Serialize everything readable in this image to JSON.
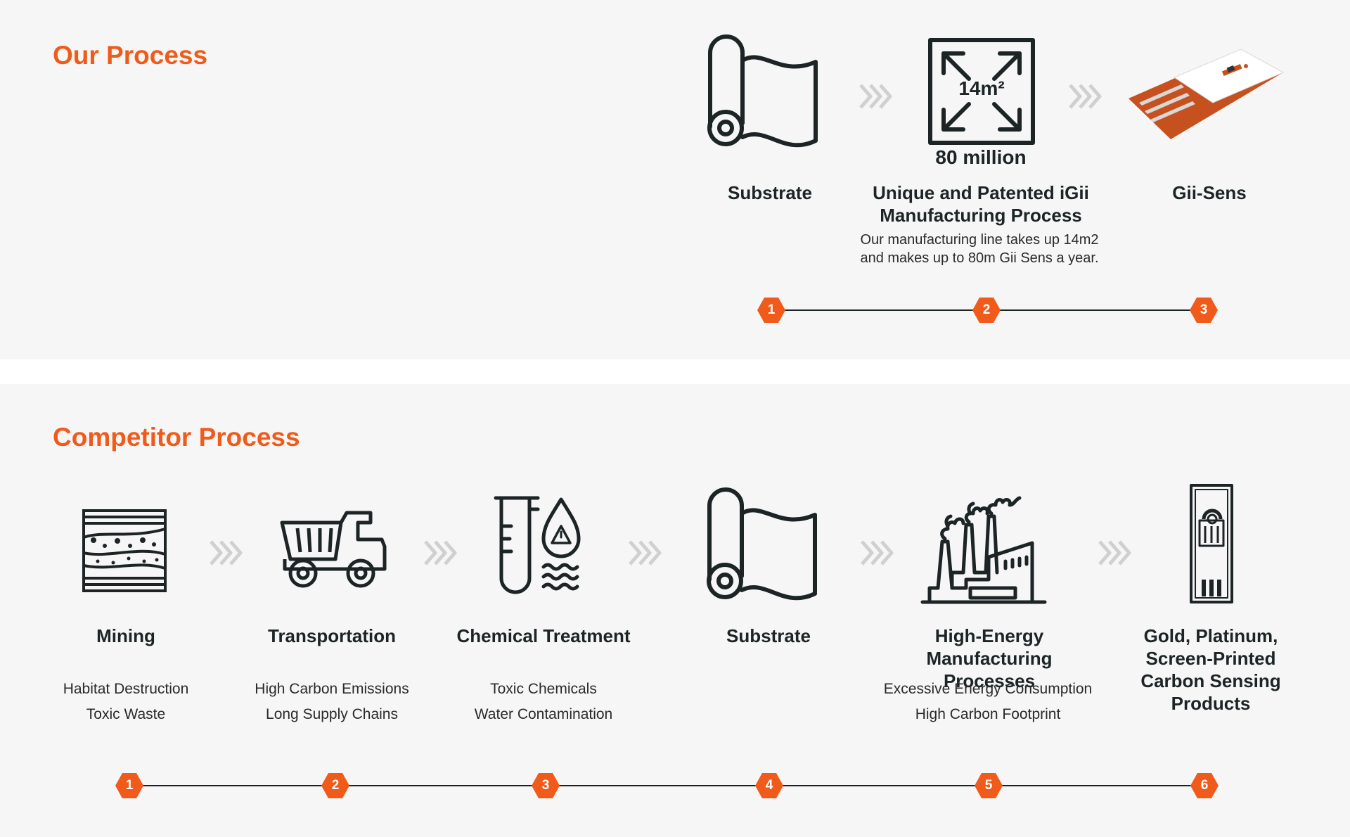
{
  "our_process": {
    "title": "Our Process",
    "steps": [
      {
        "number": "1",
        "label": "Substrate",
        "icon": "substrate-roll-icon"
      },
      {
        "number": "2",
        "label": "Unique and Patented iGii Manufacturing Process",
        "icon": "area-expand-icon",
        "area_text": "14m²",
        "stat": "80 million",
        "description": "Our manufacturing line takes up 14m2 and makes up to 80m Gii Sens a year."
      },
      {
        "number": "3",
        "label": "Gii-Sens",
        "icon": "gii-sens-sensor-icon"
      }
    ]
  },
  "competitor_process": {
    "title": "Competitor Process",
    "steps": [
      {
        "number": "1",
        "label": "Mining",
        "icon": "mining-layers-icon",
        "impacts": [
          "Habitat Destruction",
          "Toxic Waste"
        ]
      },
      {
        "number": "2",
        "label": "Transportation",
        "icon": "dump-truck-icon",
        "impacts": [
          "High Carbon Emissions",
          "Long Supply Chains"
        ]
      },
      {
        "number": "3",
        "label": "Chemical Treatment",
        "icon": "test-tube-toxic-icon",
        "impacts": [
          "Toxic Chemicals",
          "Water Contamination"
        ]
      },
      {
        "number": "4",
        "label": "Substrate",
        "icon": "substrate-roll-icon",
        "impacts": []
      },
      {
        "number": "5",
        "label": "High-Energy Manufacturing Processes",
        "icon": "factory-icon",
        "impacts": [
          "Excessive Energy Consumption",
          "High Carbon Footprint"
        ]
      },
      {
        "number": "6",
        "label": "Gold, Platinum, Screen-Printed Carbon Sensing Products",
        "icon": "sensor-strip-icon",
        "impacts": []
      }
    ]
  },
  "colors": {
    "accent": "#f05a1a",
    "ink": "#1c2426",
    "background": "#f6f6f6",
    "chevron": "#d0d0d0"
  }
}
